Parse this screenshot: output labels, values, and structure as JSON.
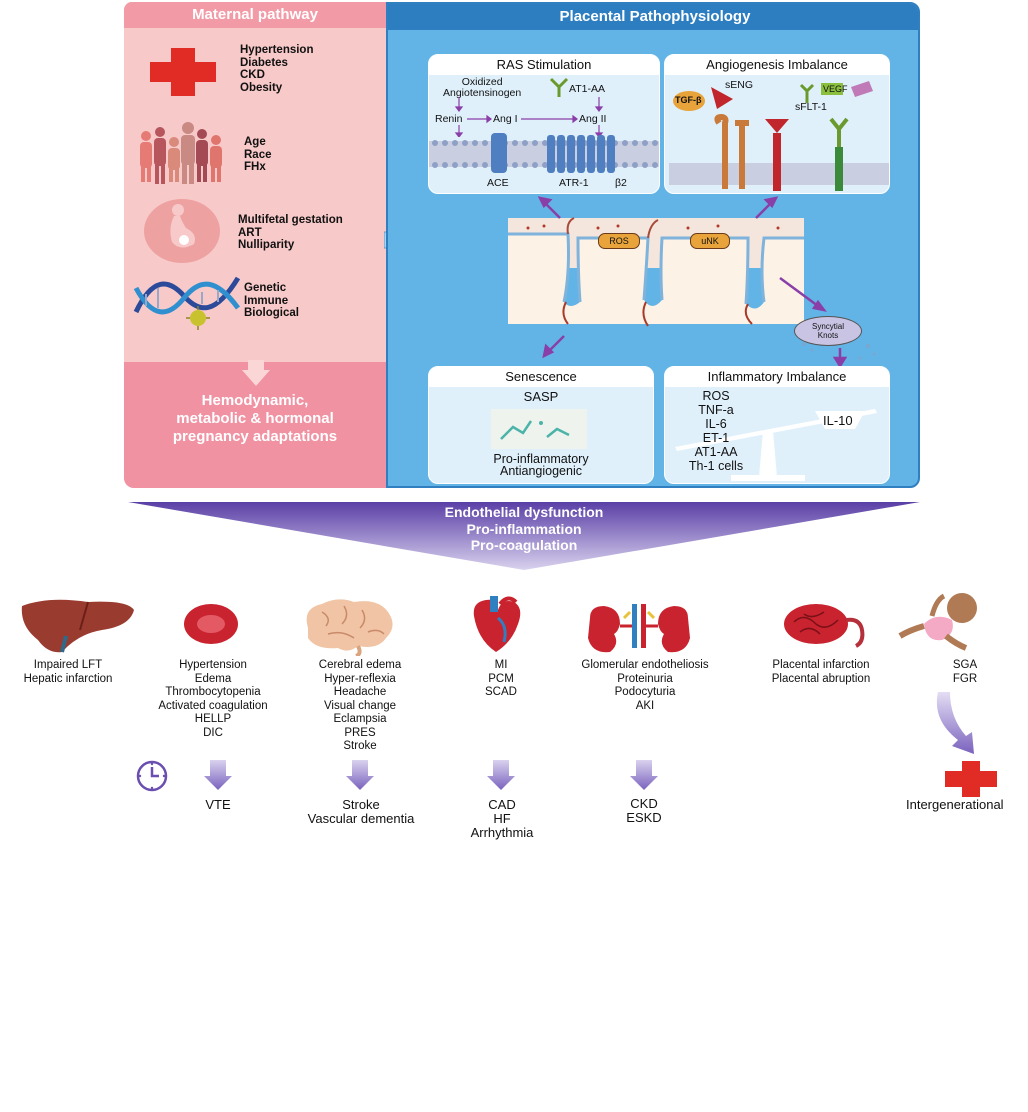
{
  "maternal": {
    "title": "Maternal pathway",
    "groups": [
      {
        "icon": "red-cross-icon",
        "items": [
          "Hypertension",
          "Diabetes",
          "CKD",
          "Obesity"
        ]
      },
      {
        "icon": "people-icon",
        "items": [
          "Age",
          "Race",
          "FHx"
        ]
      },
      {
        "icon": "pregnant-woman-icon",
        "items": [
          "Multifetal gestation",
          "ART",
          "Nulliparity"
        ]
      },
      {
        "icon": "dna-virus-icon",
        "items": [
          "Genetic",
          "Immune",
          "Biological"
        ]
      }
    ],
    "adaptations": [
      "Hemodynamic,",
      "metabolic & hormonal",
      "pregnancy adaptations"
    ]
  },
  "placental": {
    "title": "Placental Pathophysiology",
    "ras": {
      "title": "RAS Stimulation",
      "oxidized": [
        "Oxidized",
        "Angiotensinogen"
      ],
      "at1aa": "AT1-AA",
      "renin": "Renin",
      "ang1": "Ang I",
      "ang2": "Ang II",
      "ace": "ACE",
      "atr1": "ATR-1",
      "beta2": "β2"
    },
    "angio": {
      "title": "Angiogenesis Imbalance",
      "seng": "sENG",
      "tgfb": "TGF-β",
      "vegf": "VEGF",
      "sflt": "sFLT-1"
    },
    "center": {
      "ros": "ROS",
      "unk": "uNK",
      "knots": [
        "Syncytial",
        "Knots"
      ]
    },
    "senescence": {
      "title": "Senescence",
      "sasp": "SASP",
      "lines": [
        "Pro-inflammatory",
        "Antiangiogenic"
      ]
    },
    "inflammatory": {
      "title": "Inflammatory Imbalance",
      "left": [
        "ROS",
        "TNF-a",
        "IL-6",
        "ET-1",
        "AT1-AA",
        "Th-1 cells"
      ],
      "right": "IL-10"
    }
  },
  "convergence": [
    "Endothelial dysfunction",
    "Pro-inflammation",
    "Pro-coagulation"
  ],
  "outcomes": [
    {
      "organ": "liver-icon",
      "items": [
        "Impaired LFT",
        "Hepatic infarction"
      ]
    },
    {
      "organ": "red-blood-cell-icon",
      "items": [
        "Hypertension",
        "Edema",
        "Thrombocytopenia",
        "Activated coagulation",
        "HELLP",
        "DIC"
      ],
      "long_term": [
        "VTE"
      ]
    },
    {
      "organ": "brain-icon",
      "items": [
        "Cerebral edema",
        "Hyper-reflexia",
        "Headache",
        "Visual change",
        "Eclampsia",
        "PRES",
        "Stroke"
      ],
      "long_term": [
        "Stroke",
        "Vascular dementia"
      ]
    },
    {
      "organ": "heart-icon",
      "items": [
        "MI",
        "PCM",
        "SCAD"
      ],
      "long_term": [
        "CAD",
        "HF",
        "Arrhythmia"
      ]
    },
    {
      "organ": "kidneys-icon",
      "items": [
        "Glomerular endotheliosis",
        "Proteinuria",
        "Podocyturia",
        "AKI"
      ],
      "long_term": [
        "CKD",
        "ESKD"
      ]
    },
    {
      "organ": "placenta-icon",
      "items": [
        "Placental infarction",
        "Placental abruption"
      ]
    },
    {
      "organ": "baby-icon",
      "items": [
        "SGA",
        "FGR"
      ],
      "long_term": [
        "Intergenerational"
      ]
    }
  ],
  "colors": {
    "maternal_bg": "#f8c9c9",
    "maternal_header": "#f29aa6",
    "placental_bg": "#63b4e6",
    "placental_header": "#2d7ec0",
    "purple": "#6a4fb0",
    "cross_red": "#e12b25"
  }
}
